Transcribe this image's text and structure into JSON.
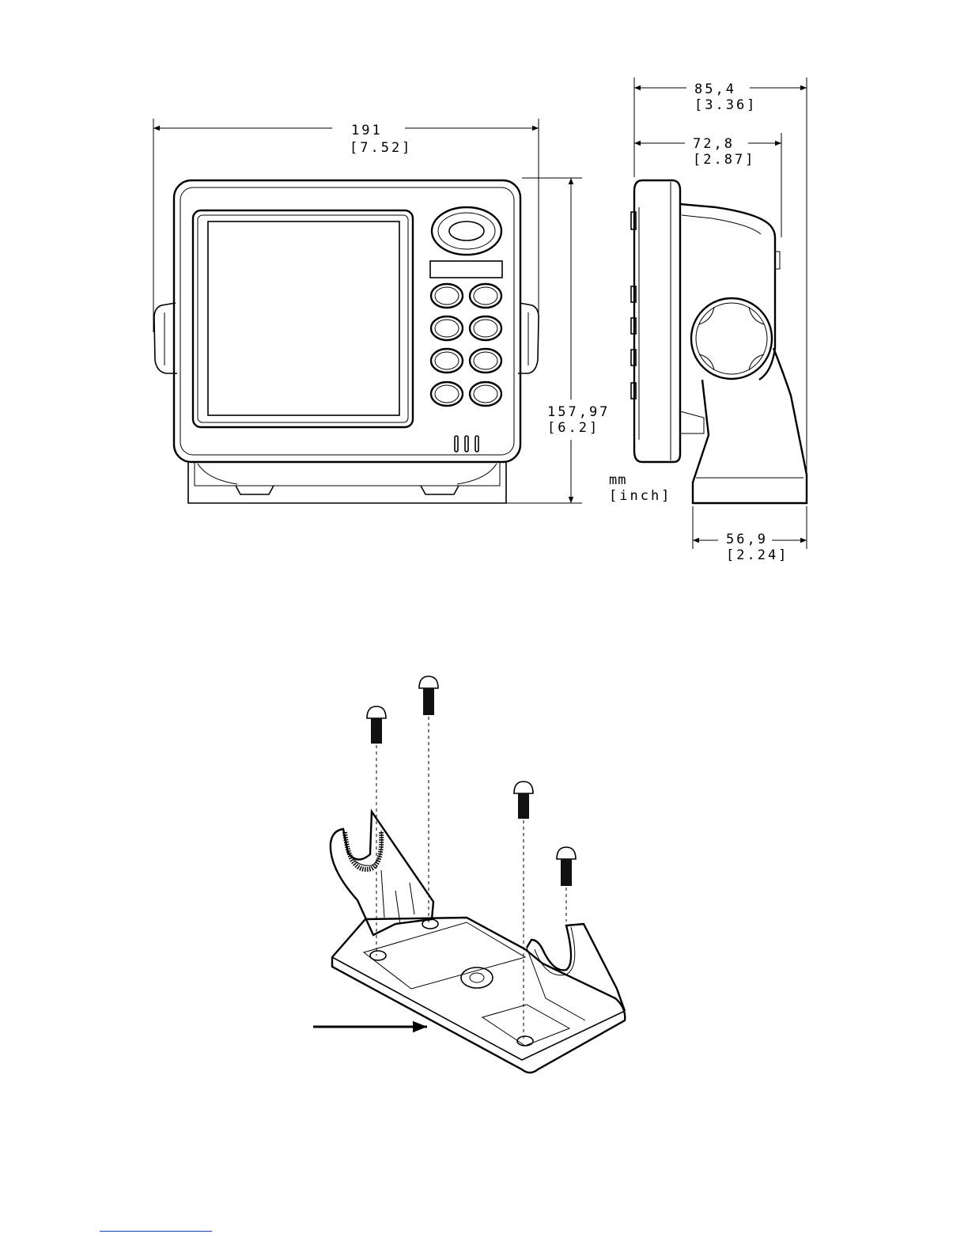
{
  "dimensions": {
    "width_mm": "191",
    "width_in": "[7.52]",
    "depth_total_mm": "85,4",
    "depth_total_in": "[3.36]",
    "depth_unit_mm": "72,8",
    "depth_unit_in": "[2.87]",
    "height_mm": "157,97",
    "height_in": "[6.2]",
    "base_mm": "56,9",
    "base_in": "[2.24]"
  },
  "units": {
    "metric": "mm",
    "imperial": "[inch]"
  },
  "figures": {
    "front_view": "front-view",
    "side_view": "side-view",
    "bracket_exploded": "mounting-bracket-exploded"
  },
  "colors": {
    "line": "#000000",
    "link": "#1a3fbf"
  }
}
